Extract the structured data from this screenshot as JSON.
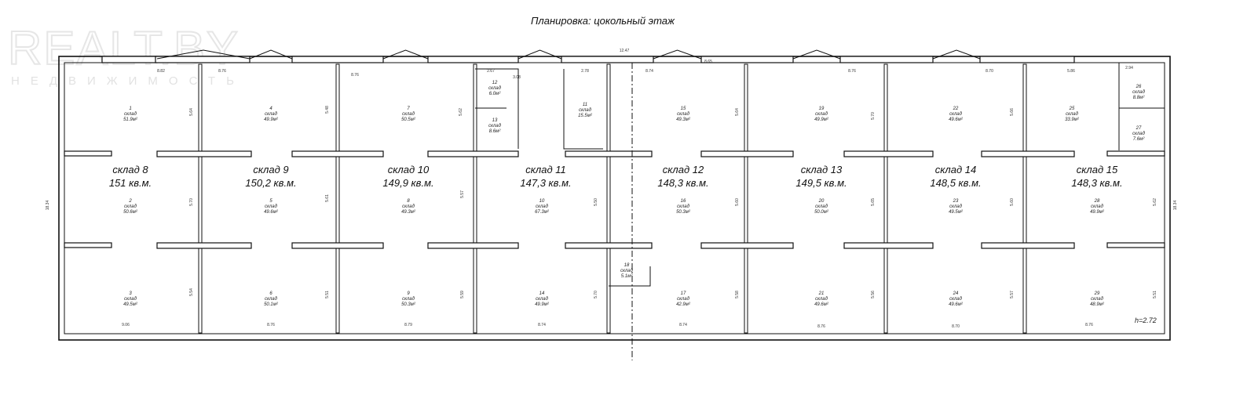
{
  "title": "Планировка: цокольный этаж",
  "watermark": {
    "brand": "REALT.BY",
    "sub": "НЕДВИЖИМОСТЬ"
  },
  "height_note": "h=2.72",
  "warehouses": [
    {
      "name": "склад 8",
      "area": "151 кв.м."
    },
    {
      "name": "склад 9",
      "area": "150,2 кв.м."
    },
    {
      "name": "склад 10",
      "area": "149,9 кв.м."
    },
    {
      "name": "склад 11",
      "area": "147,3 кв.м."
    },
    {
      "name": "склад 12",
      "area": "148,3 кв.м."
    },
    {
      "name": "склад 13",
      "area": "149,5 кв.м."
    },
    {
      "name": "склад 14",
      "area": "148,5 кв.м."
    },
    {
      "name": "склад 15",
      "area": "148,3 кв.м."
    }
  ],
  "rooms": [
    {
      "num": "1",
      "type": "склад",
      "area": "51.9м²"
    },
    {
      "num": "2",
      "type": "склад",
      "area": "50.6м²"
    },
    {
      "num": "3",
      "type": "склад",
      "area": "49.5м²"
    },
    {
      "num": "4",
      "type": "склад",
      "area": "49.9м²"
    },
    {
      "num": "5",
      "type": "склад",
      "area": "49.6м²"
    },
    {
      "num": "6",
      "type": "склад",
      "area": "50.1м²"
    },
    {
      "num": "7",
      "type": "склад",
      "area": "50.5м²"
    },
    {
      "num": "8",
      "type": "склад",
      "area": "49.3м²"
    },
    {
      "num": "9",
      "type": "склад",
      "area": "50.3м²"
    },
    {
      "num": "12",
      "type": "склад",
      "area": "6.0м²"
    },
    {
      "num": "13",
      "type": "склад",
      "area": "8.6м²"
    },
    {
      "num": "11",
      "type": "склад",
      "area": "15.5м²"
    },
    {
      "num": "10",
      "type": "склад",
      "area": "67.3м²"
    },
    {
      "num": "14",
      "type": "склад",
      "area": "49.9м²"
    },
    {
      "num": "15",
      "type": "склад",
      "area": "49.3м²"
    },
    {
      "num": "16",
      "type": "склад",
      "area": "50.3м²"
    },
    {
      "num": "18",
      "type": "склад",
      "area": "5.1м²"
    },
    {
      "num": "17",
      "type": "склад",
      "area": "42.9м²"
    },
    {
      "num": "19",
      "type": "склад",
      "area": "49.9м²"
    },
    {
      "num": "20",
      "type": "склад",
      "area": "50.0м²"
    },
    {
      "num": "21",
      "type": "склад",
      "area": "49.6м²"
    },
    {
      "num": "22",
      "type": "склад",
      "area": "49.6м²"
    },
    {
      "num": "23",
      "type": "склад",
      "area": "49.5м²"
    },
    {
      "num": "24",
      "type": "склад",
      "area": "49.6м²"
    },
    {
      "num": "25",
      "type": "склад",
      "area": "33.9м²"
    },
    {
      "num": "26",
      "type": "склад",
      "area": "8.8м²"
    },
    {
      "num": "27",
      "type": "склад",
      "area": "7.6м²"
    },
    {
      "num": "28",
      "type": "склад",
      "area": "49.9м²"
    },
    {
      "num": "29",
      "type": "склад",
      "area": "48.9м²"
    }
  ],
  "dimensions": [
    "8.82",
    "8.76",
    "8.76",
    "2.67",
    "3.08",
    "2.78",
    "8.74",
    "8.65",
    "8.76",
    "8.70",
    "5.86",
    "2.94",
    "12.47",
    "5.64",
    "5.48",
    "5.62",
    "5.64",
    "5.70",
    "5.66",
    "5.70",
    "5.61",
    "5.57",
    "5.50",
    "5.60",
    "5.65",
    "5.60",
    "5.62",
    "5.51",
    "5.59",
    "5.70",
    "5.58",
    "5.56",
    "5.57",
    "5.54",
    "5.51",
    "9.06",
    "8.76",
    "8.79",
    "8.74",
    "8.74",
    "8.76",
    "8.70",
    "8.76",
    "18.34",
    "18.34"
  ]
}
